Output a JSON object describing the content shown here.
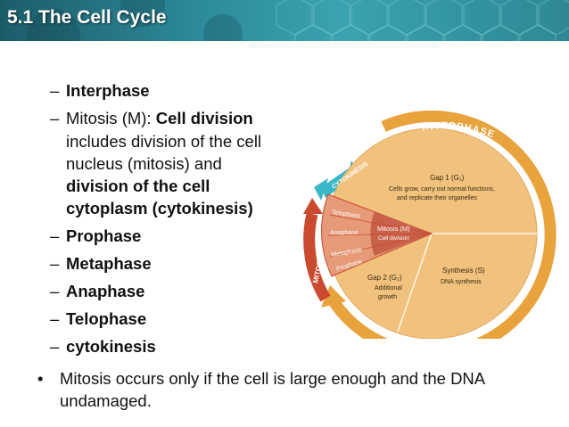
{
  "header": {
    "title": "5.1 The Cell Cycle"
  },
  "list": {
    "interphase": "Interphase",
    "mitosis_prefix": "Mitosis (M): ",
    "mitosis_bold": "Cell division",
    "mitosis_line2": "includes  division of the cell",
    "mitosis_line3": "nucleus (mitosis) and",
    "mitosis_line4": "division of the cell",
    "mitosis_line5": "cytoplasm (cytokinesis)",
    "prophase": "Prophase",
    "metaphase": "Metaphase",
    "anaphase": "Anaphase",
    "telophase": "Telophase",
    "cytokinesis": "cytokinesis"
  },
  "bullet": {
    "line1": "Mitosis occurs only if the cell is large enough and the DNA",
    "line2": "undamaged."
  },
  "diagram": {
    "interphase_label": "INTERPHASE",
    "mitosis_label": "MITOSIS",
    "cytokinesis_label": "CYTOKINESIS",
    "g1_title": "Gap 1 (G₁)",
    "g1_line1": "Cells grow, carry out normal functions,",
    "g1_line2": "and replicate their organelles",
    "s_title": "Synthesis (S)",
    "s_line1": "DNA synthesis",
    "g2_title": "Gap 2 (G₂)",
    "g2_line1": "Additional",
    "g2_line2": "growth",
    "m_title": "Mitosis (M)",
    "m_line1": "Cell division",
    "phase_telophase": "Telophase",
    "phase_anaphase": "Anaphase",
    "phase_metaphase": "Metaphase",
    "phase_prophase": "Prophase",
    "colors": {
      "interphase": "#e8a33c",
      "wedge": "#f0c27d",
      "mitosis": "#c94a2f",
      "cytokinesis": "#3ab7c8"
    }
  }
}
